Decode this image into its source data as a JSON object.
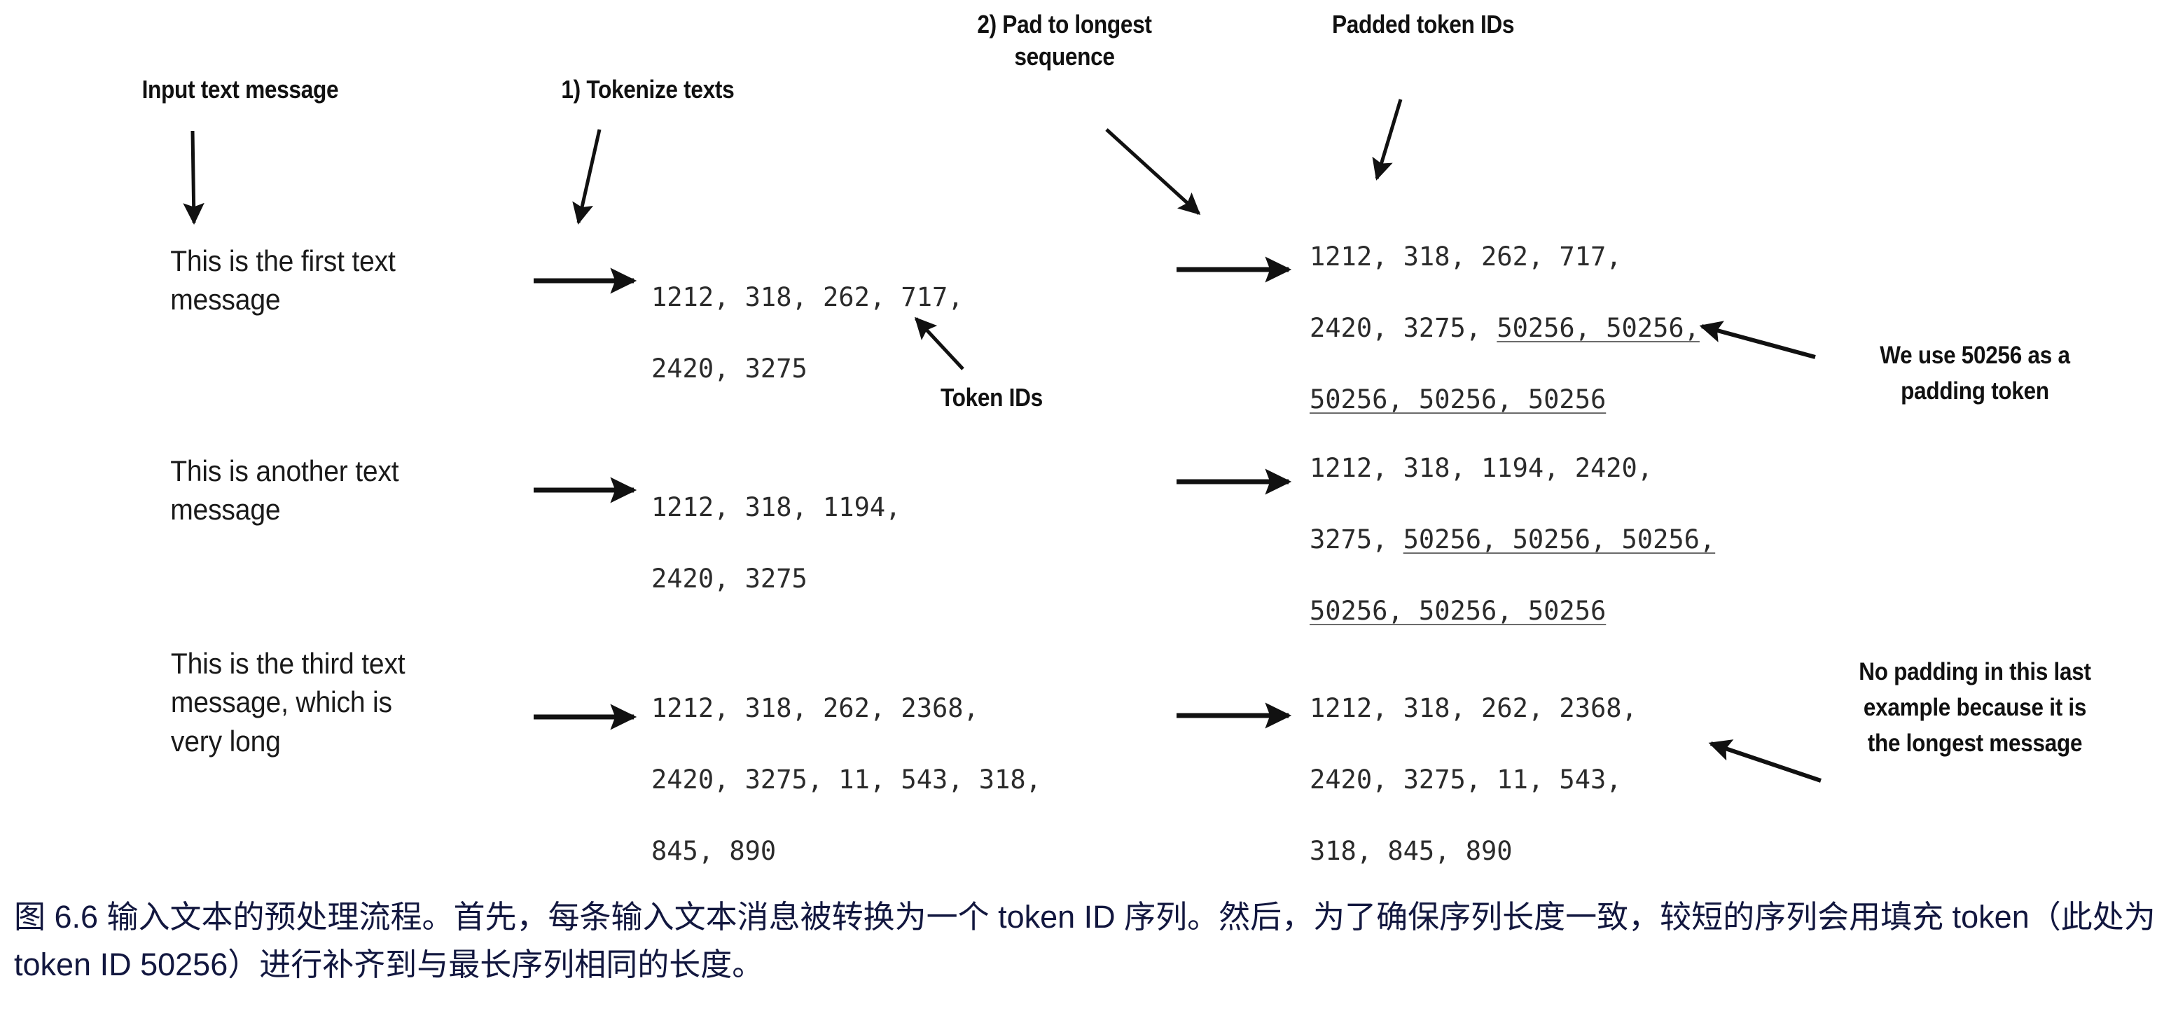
{
  "figure": {
    "headers": {
      "input": "Input text message",
      "tokenize": "1) Tokenize texts",
      "pad": "2) Pad to longest\nsequence",
      "padded": "Padded token IDs",
      "token_ids": "Token IDs"
    },
    "rows": [
      {
        "message": "This is the first text\nmessage",
        "token_ids_line1": "1212, 318, 262, 717,",
        "token_ids_line2": "2420, 3275",
        "padded_line1": "1212, 318, 262, 717,",
        "padded_line2_plain": "2420, 3275, ",
        "padded_line2_pad": "50256, 50256,",
        "padded_line3_pad": "50256, 50256, 50256"
      },
      {
        "message": "This is another text\nmessage",
        "token_ids_line1": "1212, 318, 1194,",
        "token_ids_line2": "2420, 3275",
        "padded_line1": "1212, 318, 1194, 2420,",
        "padded_line2_plain": "3275, ",
        "padded_line2_pad": "50256, 50256, 50256,",
        "padded_line3_pad": "50256, 50256, 50256"
      },
      {
        "message": "This is the third text\nmessage, which is\nvery long",
        "token_ids_line1": "1212, 318, 262, 2368,",
        "token_ids_line2": "2420, 3275, 11, 543, 318,",
        "token_ids_line3": "845, 890",
        "padded_line1": "1212, 318, 262, 2368,",
        "padded_line2_plain": "2420, 3275, 11, 543,",
        "padded_line3_plain": "318, 845, 890"
      }
    ],
    "notes": {
      "padding_token": "We use 50256 as a\npadding token",
      "no_padding": "No padding in this last\nexample because it is\nthe longest message"
    },
    "caption": "图 6.6 输入文本的预处理流程。首先，每条输入文本消息被转换为一个 token ID 序列。然后，为了确保序列长度一致，较短的序列会用填充 token（此处为 token ID 50256）进行补齐到与最长序列相同的长度。",
    "colors": {
      "ink": "#111111",
      "token": "#2b2b2b",
      "caption": "#12173f",
      "underline": "#6b6b6b",
      "background": "#ffffff"
    }
  }
}
